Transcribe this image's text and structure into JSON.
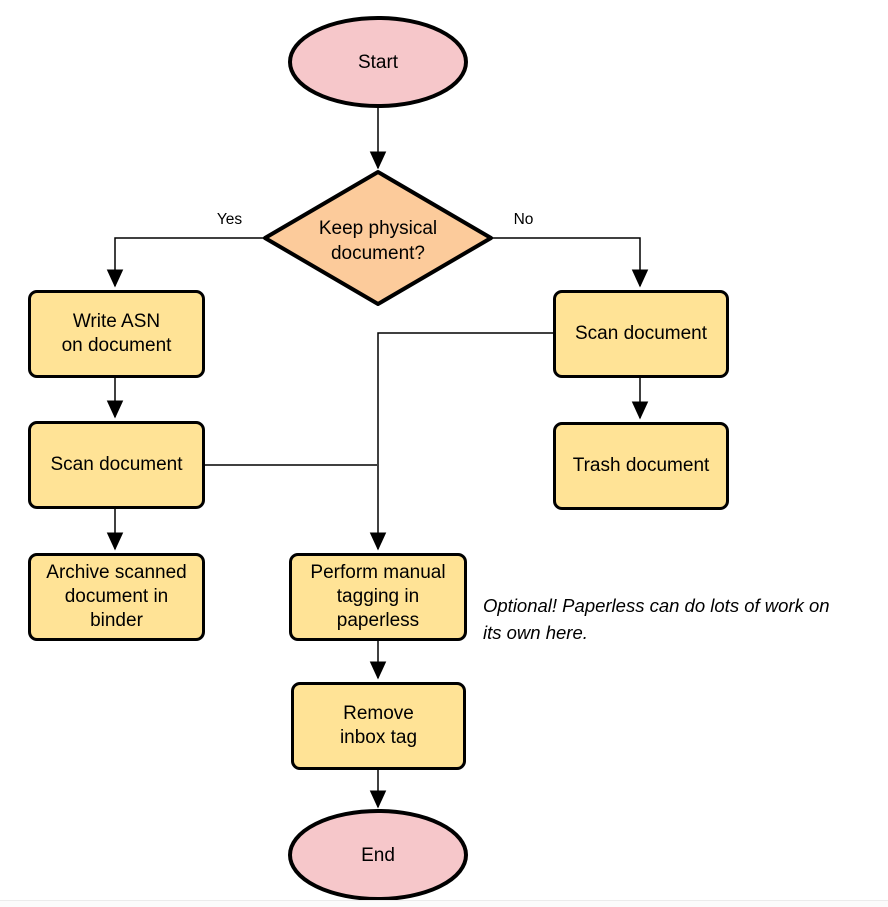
{
  "flowchart": {
    "nodes": {
      "start": "Start",
      "decision": "Keep physical\ndocument?",
      "write_asn": "Write ASN\non document",
      "scan_left": "Scan document",
      "archive": "Archive scanned\ndocument in\nbinder",
      "scan_right": "Scan document",
      "trash": "Trash document",
      "perform_tagging": "Perform manual\ntagging in\npaperless",
      "remove_inbox": "Remove\ninbox tag",
      "end": "End"
    },
    "edge_labels": {
      "yes": "Yes",
      "no": "No"
    },
    "annotation": "Optional! Paperless can do lots of work on\nits own here.",
    "colors": {
      "terminal_fill": "#F6C7CA",
      "decision_fill": "#FCCB9B",
      "process_fill": "#FFE396",
      "stroke": "#000000"
    }
  }
}
